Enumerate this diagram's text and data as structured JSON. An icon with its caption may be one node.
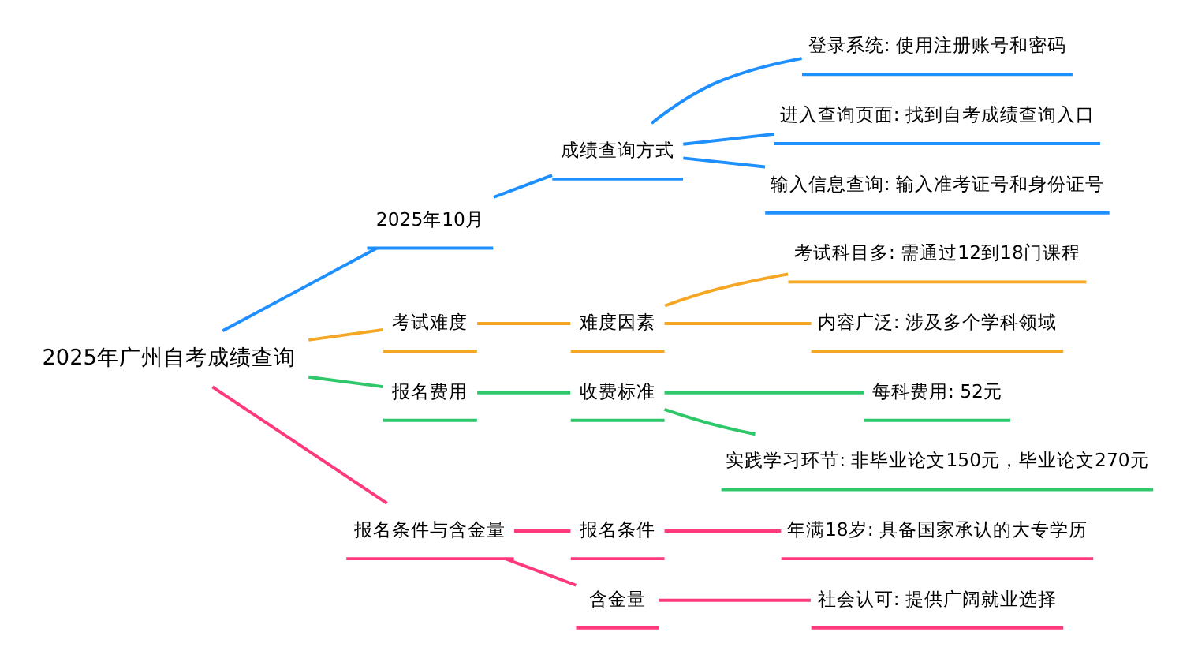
{
  "diagram": {
    "nodes": [
      {
        "text": [
          "2025年广州自考成绩查询"
        ]
      },
      {
        "text": [
          "2025年10月"
        ]
      },
      {
        "text": [
          "成绩查询方式"
        ]
      },
      {
        "text": [
          "登录系统: 使用注册账号和密码"
        ]
      },
      {
        "text": [
          "进入查询页面: 找到自考成绩查询入口"
        ]
      },
      {
        "text": [
          "输入信息查询: 输入准考证号和身份证号"
        ]
      },
      {
        "text": [
          "考试难度"
        ]
      },
      {
        "text": [
          "难度因素"
        ]
      },
      {
        "text": [
          "考试科目多: 需通过12到18门课程"
        ]
      },
      {
        "text": [
          "内容广泛: 涉及多个学科领域"
        ]
      },
      {
        "text": [
          "报名费用"
        ]
      },
      {
        "text": [
          "收费标准"
        ]
      },
      {
        "text": [
          "每科费用: 52元"
        ]
      },
      {
        "text": [
          "实践学习环节: 非毕业论文150元，毕业论文270元"
        ]
      },
      {
        "text": [
          "报名条件与含金量"
        ]
      },
      {
        "text": [
          "报名条件"
        ]
      },
      {
        "text": [
          "年满18岁: 具备国家承认的大专学历"
        ]
      },
      {
        "text": [
          "含金量"
        ]
      },
      {
        "text": [
          "社会认可: 提供广阔就业选择"
        ]
      }
    ],
    "edges": [
      {
        "from": 0,
        "to": 1,
        "arrow": "none",
        "color": "#1e8fff"
      },
      {
        "from": 1,
        "to": 2,
        "arrow": "none",
        "color": "#1e8fff"
      },
      {
        "from": 2,
        "to": 3,
        "arrow": "none",
        "color": "#1e8fff"
      },
      {
        "from": 2,
        "to": 4,
        "arrow": "none",
        "color": "#1e8fff"
      },
      {
        "from": 2,
        "to": 5,
        "arrow": "none",
        "color": "#1e8fff"
      },
      {
        "from": 0,
        "to": 6,
        "arrow": "none",
        "color": "#f5a623"
      },
      {
        "from": 6,
        "to": 7,
        "arrow": "none",
        "color": "#f5a623"
      },
      {
        "from": 7,
        "to": 8,
        "arrow": "none",
        "color": "#f5a623"
      },
      {
        "from": 7,
        "to": 9,
        "arrow": "none",
        "color": "#f5a623"
      },
      {
        "from": 0,
        "to": 10,
        "arrow": "none",
        "color": "#2ec86a"
      },
      {
        "from": 10,
        "to": 11,
        "arrow": "none",
        "color": "#2ec86a"
      },
      {
        "from": 11,
        "to": 12,
        "arrow": "none",
        "color": "#2ec86a"
      },
      {
        "from": 11,
        "to": 13,
        "arrow": "none",
        "color": "#2ec86a"
      },
      {
        "from": 0,
        "to": 14,
        "arrow": "none",
        "color": "#ff3a7c"
      },
      {
        "from": 14,
        "to": 15,
        "arrow": "none",
        "color": "#ff3a7c"
      },
      {
        "from": 15,
        "to": 16,
        "arrow": "none",
        "color": "#ff3a7c"
      },
      {
        "from": 14,
        "to": 17,
        "arrow": "none",
        "color": "#ff3a7c"
      },
      {
        "from": 17,
        "to": 18,
        "arrow": "none",
        "color": "#ff3a7c"
      }
    ]
  }
}
